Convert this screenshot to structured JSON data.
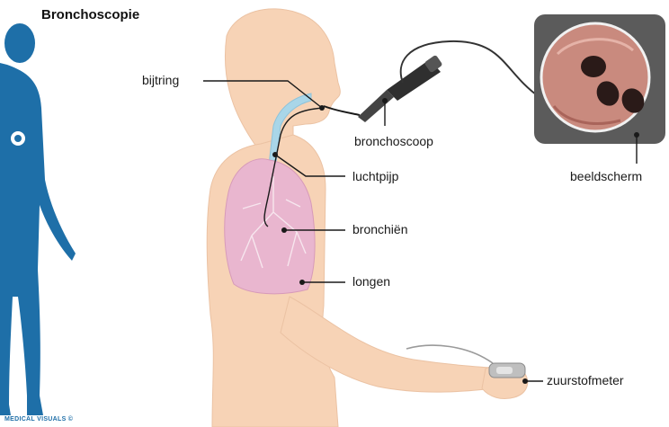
{
  "title": "Bronchoscopie",
  "credit": "MEDICAL VISUALS ©",
  "labels": {
    "bijtring": "bijtring",
    "bronchoscoop": "bronchoscoop",
    "luchtpijp": "luchtpijp",
    "bronchien": "bronchiën",
    "longen": "longen",
    "beeldscherm": "beeldscherm",
    "zuurstofmeter": "zuurstofmeter"
  },
  "colors": {
    "silhouette": "#1e6fa8",
    "skin": "#f7d3b6",
    "lung": "#e9b6cf",
    "screen_frame": "#5b5b5b",
    "trachea": "#a9d6e8"
  }
}
